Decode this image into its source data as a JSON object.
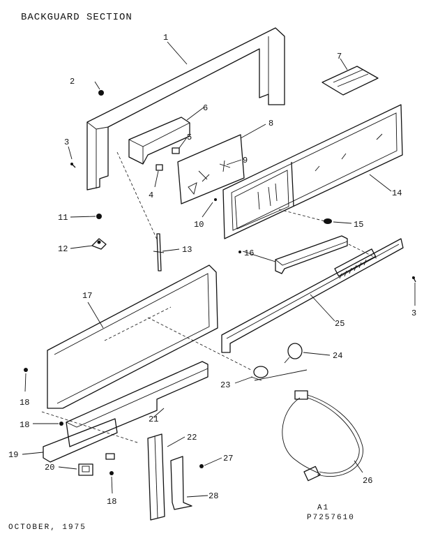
{
  "title": "BACKGUARD SECTION",
  "footer_date": "OCTOBER, 1975",
  "ref_line1": "A1",
  "ref_line2": "P7257610",
  "callouts": {
    "n1": "1",
    "n2": "2",
    "n3a": "3",
    "n3b": "3",
    "n4": "4",
    "n5": "5",
    "n6": "6",
    "n7": "7",
    "n8": "8",
    "n9": "9",
    "n10": "10",
    "n11": "11",
    "n12": "12",
    "n13": "13",
    "n14": "14",
    "n15": "15",
    "n16": "16",
    "n17": "17",
    "n18a": "18",
    "n18b": "18",
    "n18c": "18",
    "n19": "19",
    "n20": "20",
    "n21": "21",
    "n22": "22",
    "n23": "23",
    "n24": "24",
    "n25": "25",
    "n26": "26",
    "n27": "27",
    "n28": "28"
  }
}
